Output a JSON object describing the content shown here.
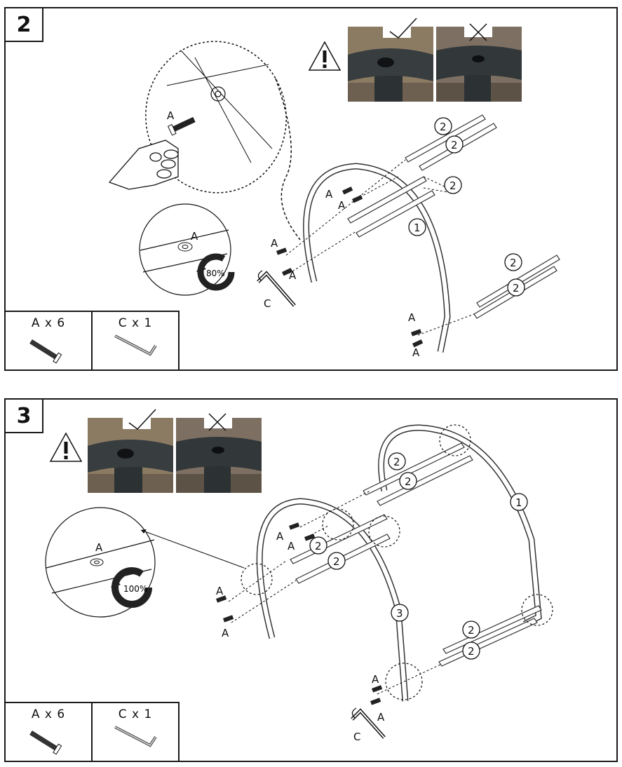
{
  "steps": [
    {
      "number": "2",
      "parts": [
        {
          "label": "A x 6",
          "icon": "bolt-icon"
        },
        {
          "label": "C x 1",
          "icon": "hex-key-icon"
        }
      ],
      "tighten_percent": "80%",
      "labels": {
        "bolt": "A",
        "key": "C",
        "frame": "1",
        "tube": "2"
      },
      "photos": [
        {
          "verdict": "correct",
          "mark": "check-mark-icon"
        },
        {
          "verdict": "incorrect",
          "mark": "cross-mark-icon"
        }
      ],
      "warning_icon": "warning-icon"
    },
    {
      "number": "3",
      "parts": [
        {
          "label": "A x 6",
          "icon": "bolt-icon"
        },
        {
          "label": "C x 1",
          "icon": "hex-key-icon"
        }
      ],
      "tighten_percent": "100%",
      "labels": {
        "bolt": "A",
        "key": "C",
        "frame": "1",
        "tube": "2",
        "frame2": "3"
      },
      "photos": [
        {
          "verdict": "correct",
          "mark": "check-mark-icon"
        },
        {
          "verdict": "incorrect",
          "mark": "cross-mark-icon"
        }
      ],
      "warning_icon": "warning-icon"
    }
  ],
  "colors": {
    "frame_line": "#1a1a1a",
    "photo_bg": "#8a7a66",
    "tube_dark": "#2f3436"
  }
}
